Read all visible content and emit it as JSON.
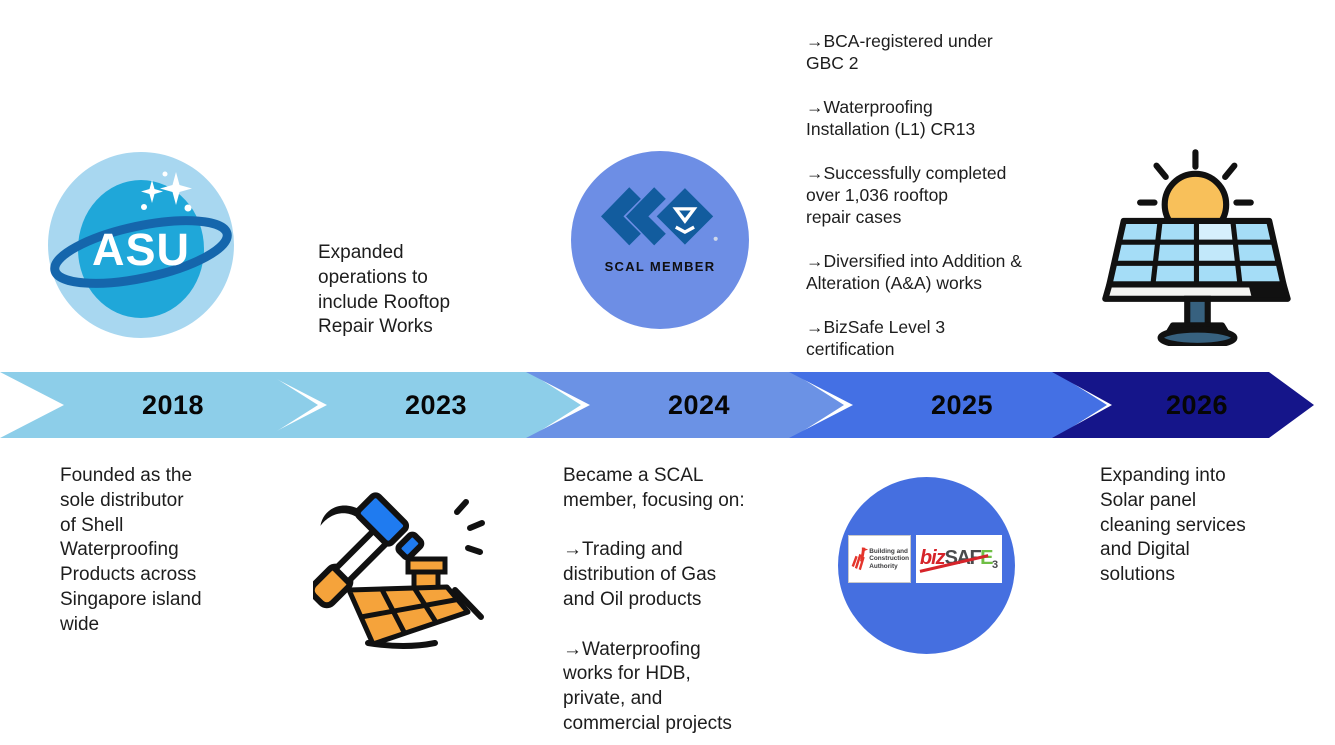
{
  "timeline": {
    "arrows": [
      {
        "year": "2018",
        "color": "#8DCEE9"
      },
      {
        "year": "2023",
        "color": "#8DCEE9"
      },
      {
        "year": "2024",
        "color": "#6B92E5"
      },
      {
        "year": "2025",
        "color": "#4470E4"
      },
      {
        "year": "2026",
        "color": "#15158A"
      }
    ]
  },
  "milestones": {
    "y2018": {
      "description": "Founded as the\nsole distributor\nof Shell\nWaterproofing\nProducts across\nSingapore island\nwide"
    },
    "y2023": {
      "description": "Expanded\noperations to\ninclude Rooftop\nRepair Works"
    },
    "y2024": {
      "description": "Became a SCAL\nmember, focusing on:\n\n→Trading and\ndistribution of Gas\nand Oil products\n\n→Waterproofing\nworks for HDB,\nprivate, and\ncommercial projects"
    },
    "y2025": {
      "description": "→BCA-registered under\nGBC 2\n\n→Waterproofing\nInstallation (L1) CR13\n\n→Successfully completed\nover 1,036 rooftop\nrepair cases\n\n→Diversified into Addition &\nAlteration (A&A) works\n\n→BizSafe Level 3\ncertification"
    },
    "y2026": {
      "description": "Expanding into\nSolar panel\ncleaning services\nand Digital\nsolutions"
    }
  },
  "logos": {
    "asu": {
      "text": "ASU",
      "circle_color": "#A8D7F0",
      "globe_color": "#1FA7D9",
      "ring_color": "#1566AC"
    },
    "scal": {
      "caption": "SCAL MEMBER",
      "circle_color": "#6D8EE5",
      "mark_color": "#125C9E"
    },
    "cert": {
      "circle_color": "#456FE0"
    },
    "bca": {
      "line1": "Building and",
      "line2": "Construction",
      "line3": "Authority",
      "accent": "#E4352C"
    },
    "bizsafe": {
      "prefix": "biz",
      "body": "SAF",
      "suffix_letter": "E",
      "level": "3"
    }
  }
}
